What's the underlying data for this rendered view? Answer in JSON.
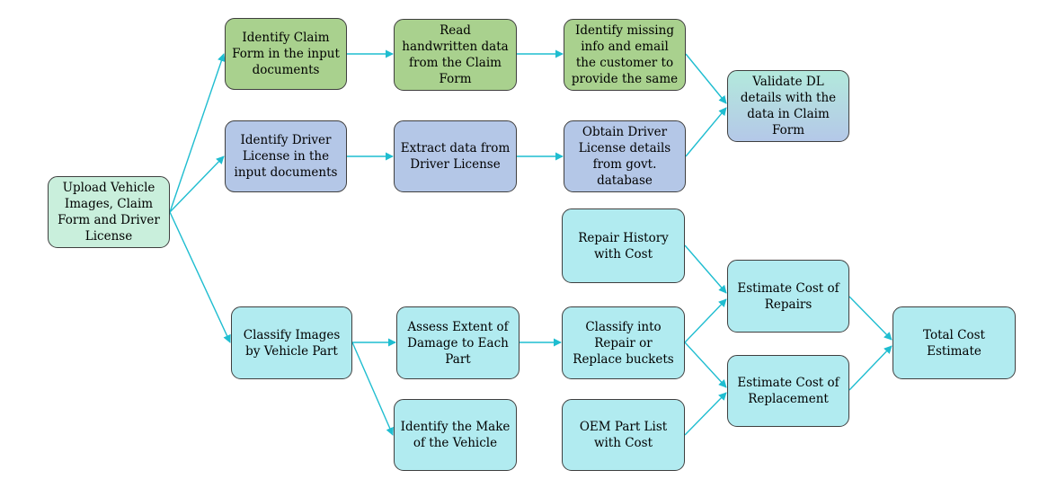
{
  "colors": {
    "arrow": "#1fbdd0",
    "border": "#3f3f3f",
    "green": "#a9d18e",
    "blue": "#b4c7e7",
    "cyan": "#b1ebf0",
    "mint": "#c9efdc"
  },
  "nodes": {
    "upload": "Upload Vehicle Images, Claim Form and Driver License",
    "identify_claim": "Identify Claim Form in the input documents",
    "read_handwritten": "Read handwritten data from the Claim Form",
    "identify_missing": "Identify missing info and email the customer to provide the same",
    "validate_dl": "Validate DL details with the data in Claim Form",
    "identify_dl": "Identify Driver License in the input documents",
    "extract_dl": "Extract data from Driver License",
    "obtain_dl": "Obtain Driver License details from govt. database",
    "repair_history": "Repair History with Cost",
    "estimate_repairs": "Estimate Cost of Repairs",
    "total_cost": "Total Cost Estimate",
    "classify_images": "Classify Images by Vehicle Part",
    "assess_damage": "Assess Extent of Damage to Each Part",
    "classify_buckets": "Classify into Repair or Replace buckets",
    "estimate_replace": "Estimate Cost of Replacement",
    "identify_make": "Identify the Make of the Vehicle",
    "oem_parts": "OEM Part List with Cost"
  }
}
